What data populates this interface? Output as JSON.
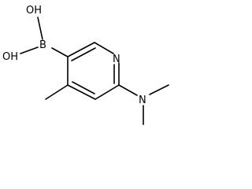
{
  "molecule": {
    "atoms": {
      "oh_top": "OH",
      "oh_left": "OH",
      "boron": "B",
      "nitrogen_ring": "N",
      "nitrogen_amine": "N"
    }
  }
}
